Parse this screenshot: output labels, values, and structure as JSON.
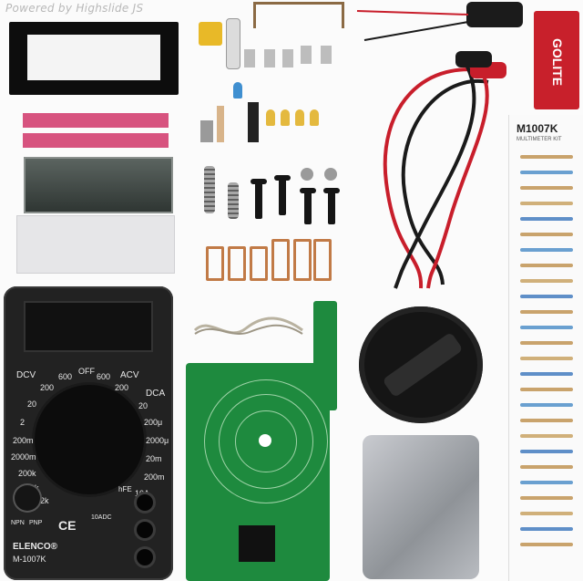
{
  "watermark": {
    "text": "Powered by Highslide JS"
  },
  "meter": {
    "modes": {
      "dcv": "DCV",
      "acv": "ACV",
      "dca": "DCA",
      "off": "OFF",
      "hfe": "hFE"
    },
    "ranges_left": [
      "600",
      "200",
      "20",
      "2",
      "200m",
      "2000m",
      "200k",
      "20k",
      "2k"
    ],
    "ranges_right": [
      "600",
      "200",
      "20",
      "200μ",
      "2000μ",
      "20m",
      "200m",
      "10A"
    ],
    "jacks": {
      "npn": "NPN",
      "pnp": "PNP",
      "rating": "10ADC"
    },
    "brand": "ELENCO®",
    "model": "M-1007K",
    "ce": "CE"
  },
  "battery": {
    "brand": "GOLITE"
  },
  "parts_sheet": {
    "title": "M1007K",
    "subtitle": "MULTIMETER KIT"
  },
  "colors": {
    "pcb": "#1e8a3e",
    "pink_strip": "#d7537f",
    "battery": "#c8202b",
    "lead_red": "#c81e2b",
    "lead_black": "#1a1a1a"
  }
}
